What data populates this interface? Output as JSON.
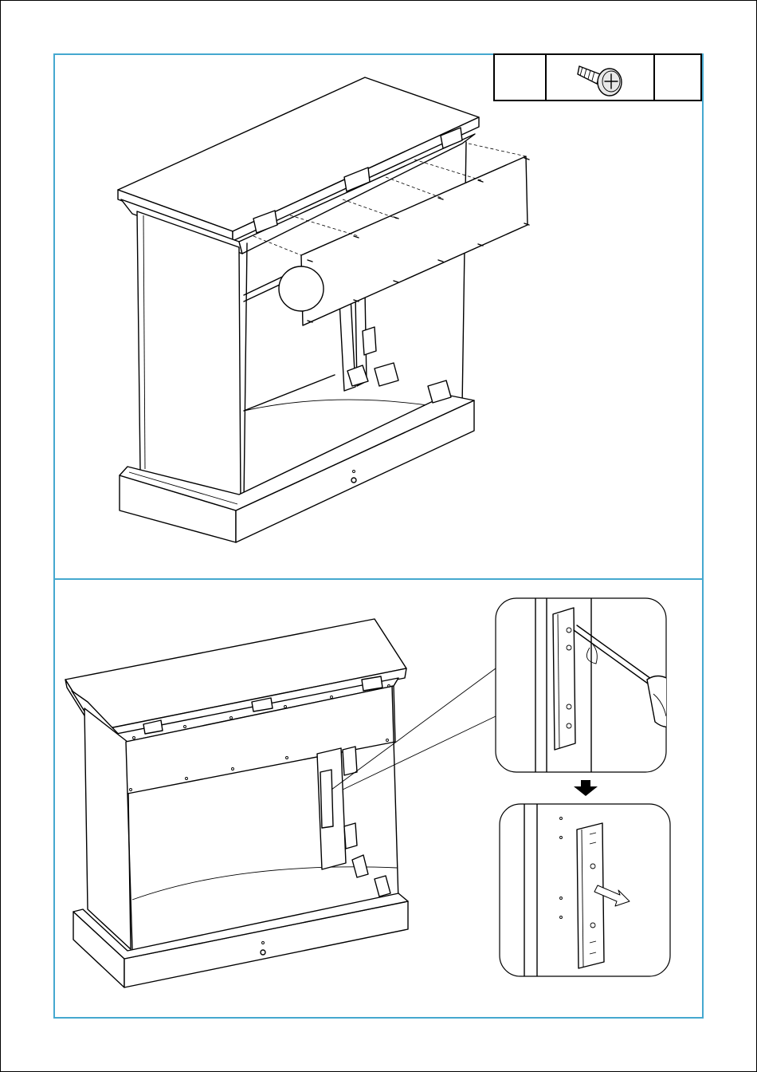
{
  "page": {
    "frame_color": "#45a8cf"
  },
  "parts_table": {
    "part_label": "",
    "quantity": "",
    "icon": "screw-icon"
  },
  "steps": [
    {
      "name": "attach-back-panel",
      "icon": "cabinet-exploded-view"
    },
    {
      "name": "remove-bracket",
      "icon": "cabinet-assembled-view"
    }
  ],
  "details": [
    {
      "name": "detail-unscrew-bracket",
      "icon": "screwdriver-icon"
    },
    {
      "name": "detail-bracket-removed",
      "icon": "bracket-removal-arrow-icon"
    }
  ],
  "transition_arrow": {
    "icon": "arrow-down-icon"
  }
}
